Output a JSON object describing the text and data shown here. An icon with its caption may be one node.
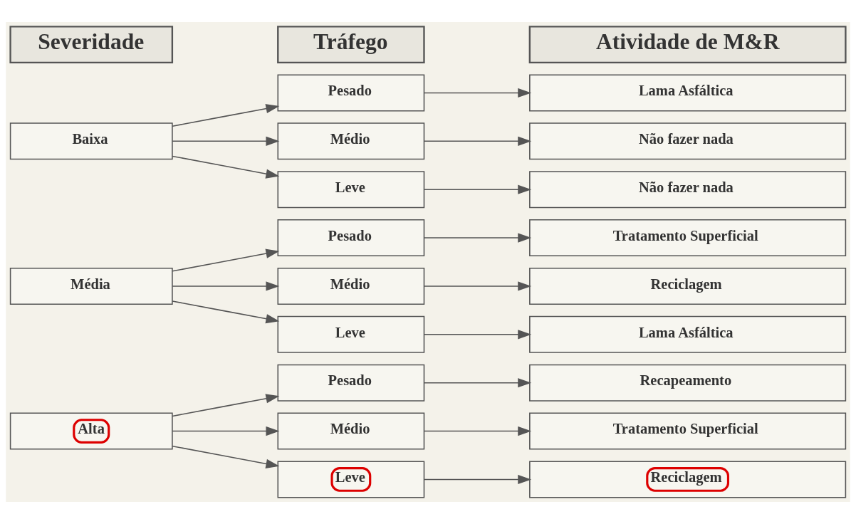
{
  "diagram": {
    "nodes": [
      {
        "text": [
          "Severidade"
        ]
      },
      {
        "text": [
          "Tráfego"
        ]
      },
      {
        "text": [
          "Atividade de M&R"
        ]
      },
      {
        "text": [
          "Baixa"
        ]
      },
      {
        "text": [
          "Leve"
        ]
      },
      {
        "text": [
          "Não fazer nada"
        ]
      },
      {
        "text": [
          "Médio"
        ]
      },
      {
        "text": [
          "Não fazer nada"
        ]
      },
      {
        "text": [
          "Pesado"
        ]
      },
      {
        "text": [
          "Lama Asfáltica"
        ]
      },
      {
        "text": [
          "Média"
        ]
      },
      {
        "text": [
          "Leve"
        ]
      },
      {
        "text": [
          "Lama Asfáltica"
        ]
      },
      {
        "text": [
          "Médio"
        ]
      },
      {
        "text": [
          "Reciclagem"
        ]
      },
      {
        "text": [
          "Pesado"
        ]
      },
      {
        "text": [
          "Tratamento Superficial"
        ]
      },
      {
        "text": [
          "Alta"
        ]
      },
      {
        "text": [
          "Leve"
        ]
      },
      {
        "text": [
          "Reciclagem"
        ]
      },
      {
        "text": [
          "Médio"
        ]
      },
      {
        "text": [
          "Tratamento Superficial"
        ]
      },
      {
        "text": [
          "Pesado"
        ]
      },
      {
        "text": [
          "Recapeamento"
        ]
      }
    ],
    "edges": [
      {
        "from": 3,
        "to": 4,
        "arrow": "to"
      },
      {
        "from": 3,
        "to": 6,
        "arrow": "to"
      },
      {
        "from": 3,
        "to": 8,
        "arrow": "to"
      },
      {
        "from": 4,
        "to": 5,
        "arrow": "to"
      },
      {
        "from": 6,
        "to": 7,
        "arrow": "to"
      },
      {
        "from": 8,
        "to": 9,
        "arrow": "to"
      },
      {
        "from": 10,
        "to": 11,
        "arrow": "to"
      },
      {
        "from": 10,
        "to": 13,
        "arrow": "to"
      },
      {
        "from": 10,
        "to": 15,
        "arrow": "to"
      },
      {
        "from": 11,
        "to": 12,
        "arrow": "to"
      },
      {
        "from": 13,
        "to": 14,
        "arrow": "to"
      },
      {
        "from": 15,
        "to": 16,
        "arrow": "to"
      },
      {
        "from": 17,
        "to": 18,
        "arrow": "to"
      },
      {
        "from": 17,
        "to": 20,
        "arrow": "to"
      },
      {
        "from": 17,
        "to": 22,
        "arrow": "to"
      },
      {
        "from": 18,
        "to": 19,
        "arrow": "to"
      },
      {
        "from": 20,
        "to": 21,
        "arrow": "to"
      },
      {
        "from": 22,
        "to": 23,
        "arrow": "to"
      }
    ]
  }
}
